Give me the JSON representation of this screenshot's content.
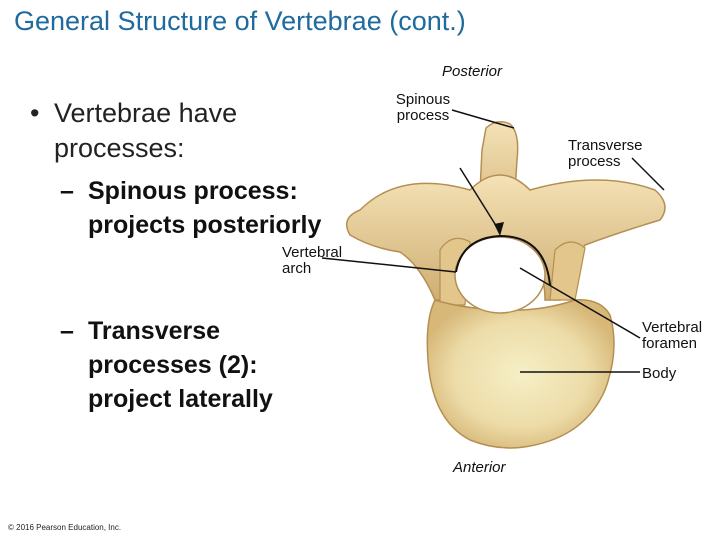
{
  "title": "General Structure of Vertebrae (cont.)",
  "bullets": {
    "main": "Vertebrae have processes:",
    "sub1": "Spinous process: projects posteriorly",
    "sub2": "Transverse processes (2): project laterally",
    "bullet_glyph": "•",
    "dash_glyph": "–"
  },
  "figure": {
    "labels": {
      "posterior": "Posterior",
      "spinous_process": "Spinous process",
      "transverse_process": "Transverse process",
      "vertebral_arch": "Vertebral arch",
      "vertebral_foramen": "Vertebral foramen",
      "body": "Body",
      "anterior": "Anterior"
    },
    "colors": {
      "bone": "#e8d2a0",
      "bone_shadow": "#c9a86a",
      "bone_light": "#f6e8c6",
      "body_center": "#f3ecc0"
    }
  },
  "footer": {
    "copyright": "© 2016 Pearson Education, Inc."
  }
}
